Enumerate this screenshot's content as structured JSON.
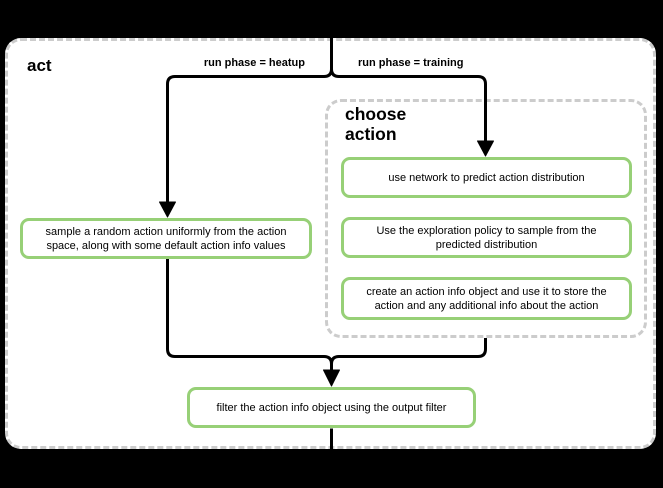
{
  "colors": {
    "background": "#000000",
    "container_fill": "#ffffff",
    "dashed_border": "#cccccc",
    "node_border_green": "#97d077",
    "connector": "#000000",
    "text": "#000000"
  },
  "diagram": {
    "title": "act",
    "branch_labels": {
      "heatup": "run phase = heatup",
      "training": "run phase = training"
    },
    "group_title": [
      "choose",
      "action"
    ],
    "nodes": {
      "sample_random": [
        "sample a random action uniformly from the action",
        "space, along with some default action info values"
      ],
      "use_network": "use network to predict action distribution",
      "exploration_policy": [
        "Use the exploration policy to sample from the",
        "predicted distribution"
      ],
      "create_action_info": [
        "create an action info object and use it to store the",
        "action and any additional info about the action"
      ],
      "filter_output": "filter the action info object using the output filter"
    }
  }
}
